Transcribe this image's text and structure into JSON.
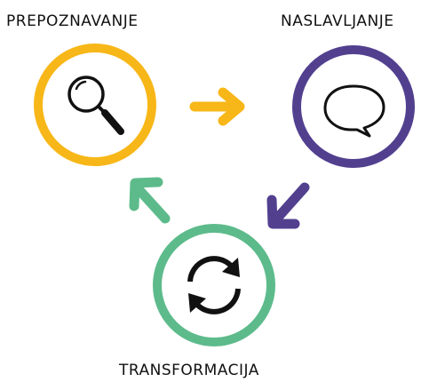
{
  "stages": [
    {
      "label": "PREPOZNAVANJE",
      "icon": "magnifier-icon",
      "color": "#F7B718"
    },
    {
      "label": "NASLAVLJANJE",
      "icon": "speech-bubble-icon",
      "color": "#52408F"
    },
    {
      "label": "TRANSFORMACIJA",
      "icon": "refresh-cycle-icon",
      "color": "#5DBB8B"
    }
  ],
  "arrows": [
    {
      "from": "PREPOZNAVANJE",
      "to": "NASLAVLJANJE",
      "color": "#F7B718",
      "icon": "arrow-right-icon"
    },
    {
      "from": "NASLAVLJANJE",
      "to": "TRANSFORMACIJA",
      "color": "#52408F",
      "icon": "arrow-down-left-icon"
    },
    {
      "from": "TRANSFORMACIJA",
      "to": "PREPOZNAVANJE",
      "color": "#5DBB8B",
      "icon": "arrow-up-left-icon"
    }
  ]
}
